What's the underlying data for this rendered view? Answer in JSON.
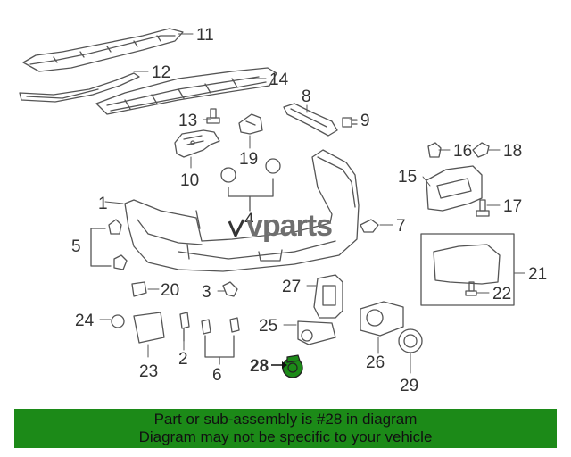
{
  "diagram": {
    "callouts": [
      {
        "id": "c1",
        "label": "1"
      },
      {
        "id": "c2",
        "label": "2"
      },
      {
        "id": "c3",
        "label": "3"
      },
      {
        "id": "c4",
        "label": "4"
      },
      {
        "id": "c5",
        "label": "5"
      },
      {
        "id": "c6",
        "label": "6"
      },
      {
        "id": "c7",
        "label": "7"
      },
      {
        "id": "c8",
        "label": "8"
      },
      {
        "id": "c9",
        "label": "9"
      },
      {
        "id": "c10",
        "label": "10"
      },
      {
        "id": "c11",
        "label": "11"
      },
      {
        "id": "c12",
        "label": "12"
      },
      {
        "id": "c13",
        "label": "13"
      },
      {
        "id": "c14",
        "label": "14"
      },
      {
        "id": "c15",
        "label": "15"
      },
      {
        "id": "c16",
        "label": "16"
      },
      {
        "id": "c17",
        "label": "17"
      },
      {
        "id": "c18",
        "label": "18"
      },
      {
        "id": "c19",
        "label": "19"
      },
      {
        "id": "c20",
        "label": "20"
      },
      {
        "id": "c21",
        "label": "21"
      },
      {
        "id": "c22",
        "label": "22"
      },
      {
        "id": "c23",
        "label": "23"
      },
      {
        "id": "c24",
        "label": "24"
      },
      {
        "id": "c25",
        "label": "25"
      },
      {
        "id": "c26",
        "label": "26"
      },
      {
        "id": "c27",
        "label": "27"
      },
      {
        "id": "c28",
        "label": "28"
      },
      {
        "id": "c29",
        "label": "29"
      }
    ],
    "highlighted_part": "28",
    "highlight_color": "#1c8a18",
    "line_color": "#555555",
    "watermark": "vparts"
  },
  "banner": {
    "line1": "Part or sub-assembly is #28 in diagram",
    "line2": "Diagram may not be specific to your vehicle",
    "background": "#1c8a18"
  }
}
